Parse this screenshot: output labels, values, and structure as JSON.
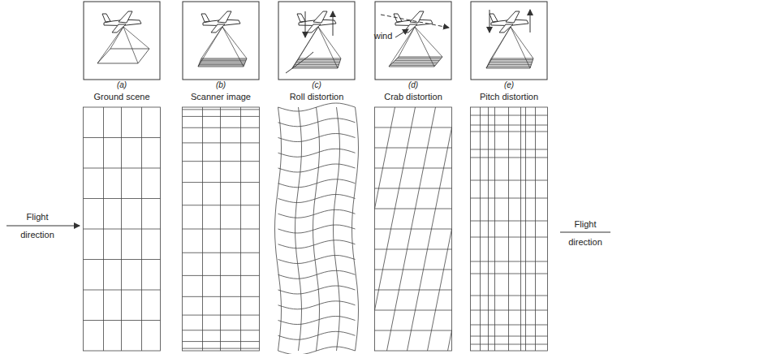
{
  "diagram": {
    "labels": [
      "(a)",
      "Ground scene",
      "(b)",
      "Scanner image",
      "(c)",
      "Roll distortion",
      "(d)",
      "Crab distortion",
      "(e)",
      "Pitch distortion",
      "Flight direction",
      "wind",
      "Flight direction"
    ]
  }
}
